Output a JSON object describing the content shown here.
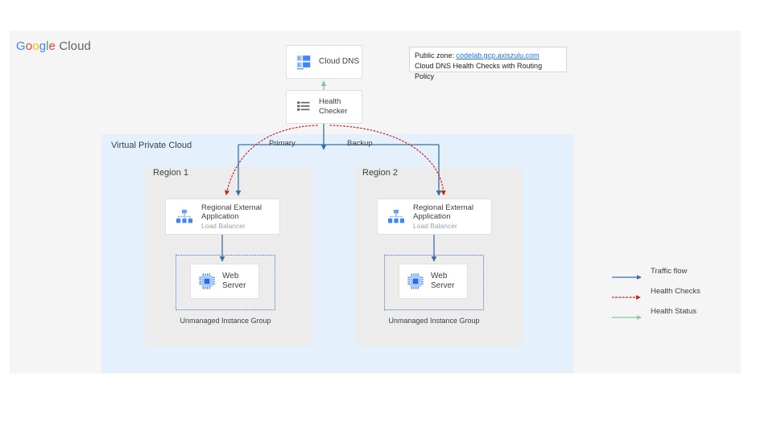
{
  "brand": {
    "logo_google": [
      "G",
      "o",
      "o",
      "g",
      "l",
      "e"
    ],
    "logo_cloud": "Cloud",
    "colors": {
      "blue": "#4285F4",
      "red": "#EA4335",
      "yellow": "#FBBC05",
      "green": "#34A853",
      "link": "#1a73e8",
      "vpc_bg": "#e4f0fb",
      "region_bg": "#ececec",
      "panel_bg": "#f5f5f5",
      "traffic_flow": "#3b6fa8",
      "health_checks": "#c5221f",
      "health_status": "#8bc6a0",
      "instance_group_border": "#4a73b8"
    }
  },
  "callout": {
    "zone_label": "Public zone:",
    "zone_url": "codelab.gcp.axiszulu.com",
    "description": "Cloud DNS Health Checks with Routing Policy"
  },
  "nodes": {
    "cloud_dns": {
      "title": "Cloud DNS",
      "icon": "cloud-dns-icon"
    },
    "health_checker": {
      "title": "Health",
      "title2": "Checker",
      "icon": "health-checker-icon"
    },
    "load_balancer_1": {
      "title_line1": "Regional External",
      "title_line2": "Application",
      "subtitle": "Load Balancer",
      "icon": "load-balancer-icon"
    },
    "load_balancer_2": {
      "title_line1": "Regional External",
      "title_line2": "Application",
      "subtitle": "Load Balancer",
      "icon": "load-balancer-icon"
    },
    "web_server_1": {
      "title": "Web",
      "title2": "Server",
      "icon": "cpu-chip-icon"
    },
    "web_server_2": {
      "title": "Web",
      "title2": "Server",
      "icon": "cpu-chip-icon"
    }
  },
  "containers": {
    "vpc_label": "Virtual Private Cloud",
    "region_1_label": "Region 1",
    "region_2_label": "Region 2",
    "instance_group_1_label": "Unmanaged Instance Group",
    "instance_group_2_label": "Unmanaged Instance Group"
  },
  "edges": {
    "primary_label": "Primary",
    "backup_label": "Backup"
  },
  "legend": {
    "items": [
      {
        "label": "Traffic flow",
        "style": "solid",
        "color": "#3b6fa8",
        "icon": "arrow-right-icon"
      },
      {
        "label": "Health Checks",
        "style": "dotted",
        "color": "#c5221f",
        "icon": "arrow-right-icon"
      },
      {
        "label": "Health Status",
        "style": "solid",
        "color": "#8bc6a0",
        "icon": "arrow-right-icon"
      }
    ]
  }
}
